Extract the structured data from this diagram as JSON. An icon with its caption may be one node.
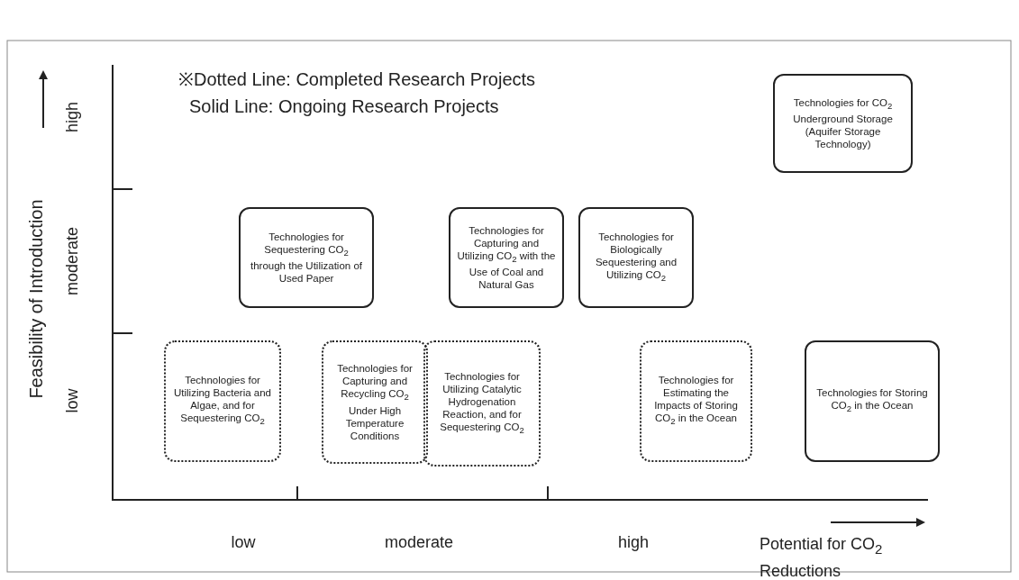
{
  "diagram": {
    "nodes": [
      {
        "text": [
          "Technologies for CO$_{2}$ Underground Storage (Aquifer Storage Technology)"
        ]
      },
      {
        "text": [
          "Technologies for Sequestering CO$_{2}$ through the Utilization of Used Paper"
        ]
      },
      {
        "text": [
          "Technologies for Capturing and Utilizing CO$_{2}$ with the Use of Coal and Natural Gas"
        ]
      },
      {
        "text": [
          "Technologies for Biologically Sequestering and Utilizing CO$_{2}$"
        ]
      },
      {
        "text": [
          "Technologies for Utilizing Bacteria and Algae, and for Sequestering CO$_{2}$"
        ]
      },
      {
        "text": [
          "Technologies for Capturing and Recycling CO$_{2}$ Under High Temperature Conditions"
        ]
      },
      {
        "text": [
          "Technologies for Utilizing Catalytic Hydrogenation Reaction, and for Sequestering CO$_{2}$"
        ]
      },
      {
        "text": [
          "Technologies for Estimating the Impacts of Storing CO$_{2}$ in the Ocean"
        ]
      },
      {
        "text": [
          "Technologies for Storing CO$_{2}$ in the Ocean"
        ]
      }
    ],
    "labels": [
      "※Dotted Line: Completed Research Projects",
      "Solid Line: Ongoing Research Projects",
      "Feasibility of Introduction",
      "high",
      "moderate",
      "low",
      "low",
      "moderate",
      "high",
      "Potential for CO$_{2}$ Reductions"
    ]
  }
}
